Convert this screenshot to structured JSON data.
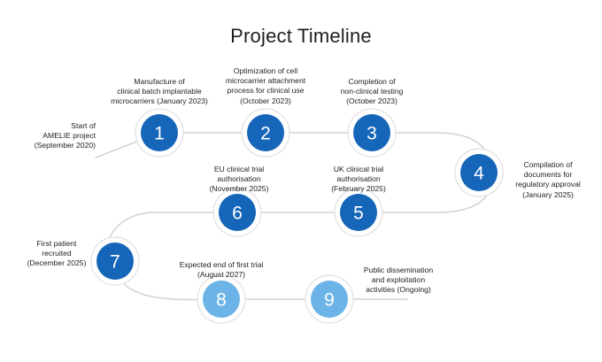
{
  "title": "Project Timeline",
  "colors": {
    "dark_blue": "#1565b8",
    "light_blue": "#6cb3e8",
    "path": "#d4d4d4",
    "halo": "#e4e4e4"
  },
  "start_label": "Start of\nAMELIE project\n(September 2020)",
  "milestones": [
    {
      "number": "1",
      "label": "Manufacture of\nclinical batch implantable\nmicrocarriers (January 2023)",
      "status": "completed"
    },
    {
      "number": "2",
      "label": "Optimization of cell\nmicrocarrier attachment\nprocess for clinical use\n(October 2023)",
      "status": "completed"
    },
    {
      "number": "3",
      "label": "Completion of\nnon-clinical testing\n(October 2023)",
      "status": "completed"
    },
    {
      "number": "4",
      "label": "Compilation of\ndocuments for\nregulatory approval\n(January 2025)",
      "status": "completed"
    },
    {
      "number": "5",
      "label": "UK clinical trial\nauthorisation\n(February 2025)",
      "status": "completed"
    },
    {
      "number": "6",
      "label": "EU clinical trial\nauthorisation\n(November 2025)",
      "status": "completed"
    },
    {
      "number": "7",
      "label": "First patient\nrecruited\n(December 2025)",
      "status": "completed"
    },
    {
      "number": "8",
      "label": "Expected end of first trial\n(August 2027)",
      "status": "upcoming"
    },
    {
      "number": "9",
      "label": "Public dissemination\nand exploitation\nactivities (Ongoing)",
      "status": "upcoming"
    }
  ]
}
